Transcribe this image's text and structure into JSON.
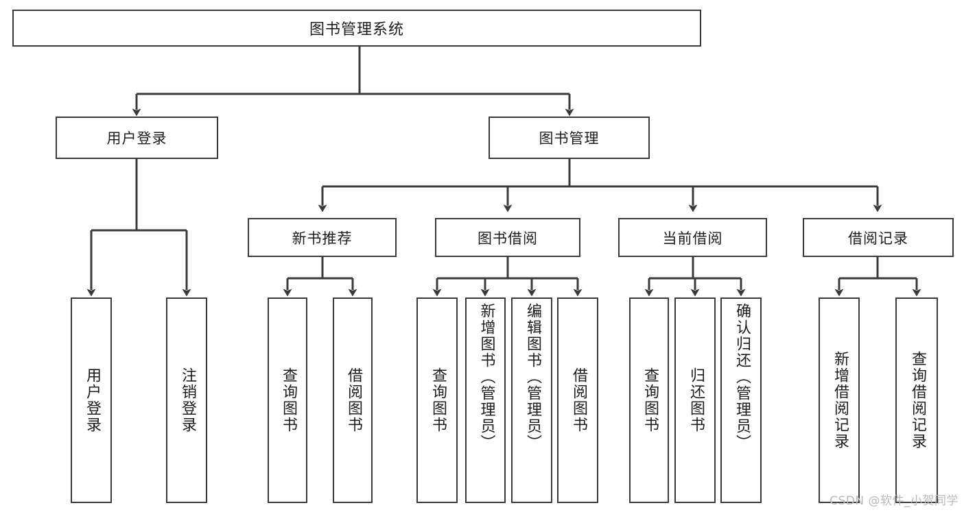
{
  "diagram": {
    "title": "图书管理系统",
    "type": "tree",
    "root": {
      "label": "图书管理系统"
    },
    "level2": [
      {
        "label": "用户登录"
      },
      {
        "label": "图书管理"
      }
    ],
    "level3": [
      {
        "label": "新书推荐"
      },
      {
        "label": "图书借阅"
      },
      {
        "label": "当前借阅"
      },
      {
        "label": "借阅记录"
      }
    ],
    "leaves": [
      {
        "label": "用户登录",
        "parent": "用户登录"
      },
      {
        "label": "注销登录",
        "parent": "用户登录"
      },
      {
        "label": "查询图书",
        "parent": "新书推荐"
      },
      {
        "label": "借阅图书",
        "parent": "新书推荐"
      },
      {
        "label": "查询图书",
        "parent": "图书借阅"
      },
      {
        "label": "新增图书（管理员）",
        "parent": "图书借阅"
      },
      {
        "label": "编辑图书（管理员）",
        "parent": "图书借阅"
      },
      {
        "label": "借阅图书",
        "parent": "图书借阅"
      },
      {
        "label": "查询图书",
        "parent": "当前借阅"
      },
      {
        "label": "归还图书",
        "parent": "当前借阅"
      },
      {
        "label": "确认归还（管理员）",
        "parent": "当前借阅"
      },
      {
        "label": "新增借阅记录",
        "parent": "借阅记录"
      },
      {
        "label": "查询借阅记录",
        "parent": "借阅记录"
      }
    ]
  },
  "watermark": {
    "text": "CSDN @软件_小贺同学"
  },
  "colors": {
    "stroke": "#3a3a3a",
    "fill": "#ffffff",
    "text": "#1c1c1c",
    "watermark": "#b9b9b9"
  }
}
